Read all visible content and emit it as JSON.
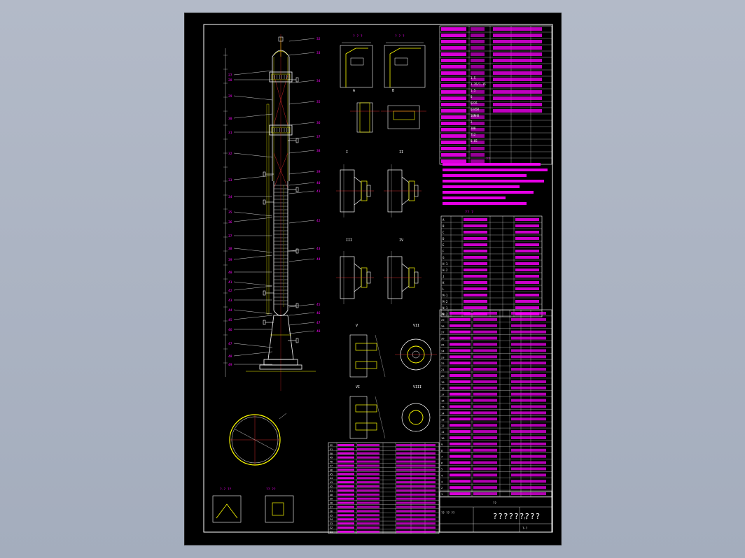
{
  "drawing": {
    "title_block": {
      "main_title": "?????????",
      "sub_title": "??",
      "sheet_code": "?-?",
      "label_left": "?? ?? ??",
      "small_mark": "??"
    },
    "notes_title": "??",
    "nozzle_table_title": "?? ?",
    "nozzle_rows": [
      "A",
      "B",
      "C",
      "D",
      "E",
      "F",
      "G",
      "H-1",
      "H-2",
      "J",
      "K",
      "L",
      "M-1",
      "M-2",
      "N-1",
      "N-2"
    ],
    "parts_rows_right": [
      "30",
      "29",
      "28",
      "27",
      "26",
      "25",
      "24",
      "23",
      "22",
      "21",
      "20",
      "19",
      "18",
      "17",
      "16",
      "15",
      "14",
      "13",
      "12",
      "11",
      "10",
      "9",
      "8",
      "7",
      "6",
      "5",
      "4",
      "3",
      "2",
      "1"
    ],
    "parts_rows_bottom": [
      "52",
      "51",
      "50",
      "49",
      "48",
      "47",
      "46",
      "45",
      "44",
      "43",
      "42",
      "41",
      "40",
      "39",
      "38",
      "37",
      "36",
      "35",
      "34",
      "33",
      "32",
      "31"
    ],
    "design_data_values": [
      "1.5",
      "1.35/1.15",
      "1.5",
      "0",
      "Q235",
      "Q345R",
      "16MnR",
      "2",
      "100",
      "T12",
      "0.85"
    ],
    "callout_numbers": [
      "27",
      "28",
      "29",
      "30",
      "31",
      "32",
      "33",
      "34",
      "35",
      "36",
      "37",
      "38",
      "39",
      "40",
      "41",
      "42",
      "43",
      "44",
      "45",
      "46",
      "47",
      "48",
      "49",
      "50",
      "51",
      "52"
    ],
    "section_labels": [
      "A",
      "B",
      "I",
      "II",
      "III",
      "IV",
      "V",
      "VI",
      "VII",
      "VIII"
    ]
  },
  "colors": {
    "background": "#b3bac8",
    "sheet": "#000000",
    "magenta": "#ff00ff",
    "white": "#ffffff",
    "yellow": "#ffff00",
    "green": "#00ff00",
    "red": "#ff3030"
  }
}
